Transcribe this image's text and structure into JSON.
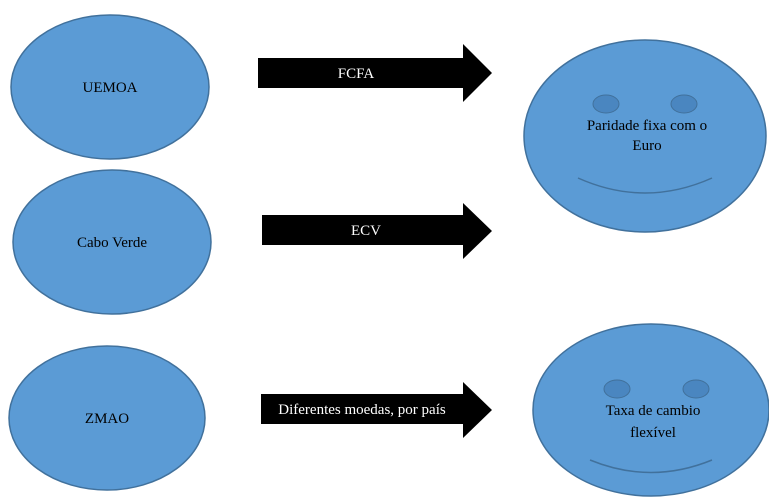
{
  "nodes": {
    "uemoa": "UEMOA",
    "cabo_verde": "Cabo Verde",
    "zmao": "ZMAO"
  },
  "arrows": {
    "fcfa": "FCFA",
    "ecv": "ECV",
    "diferentes": "Diferentes moedas, por país"
  },
  "faces": {
    "paridade": [
      "Paridade fixa com o",
      "Euro"
    ],
    "taxa": [
      "Taxa de cambio",
      "flexível"
    ]
  },
  "colors": {
    "ellipse_fill": "#5B9BD5",
    "ellipse_stroke": "#41719C",
    "eye_fill": "#4A86C0",
    "arrow_fill": "#000000"
  }
}
